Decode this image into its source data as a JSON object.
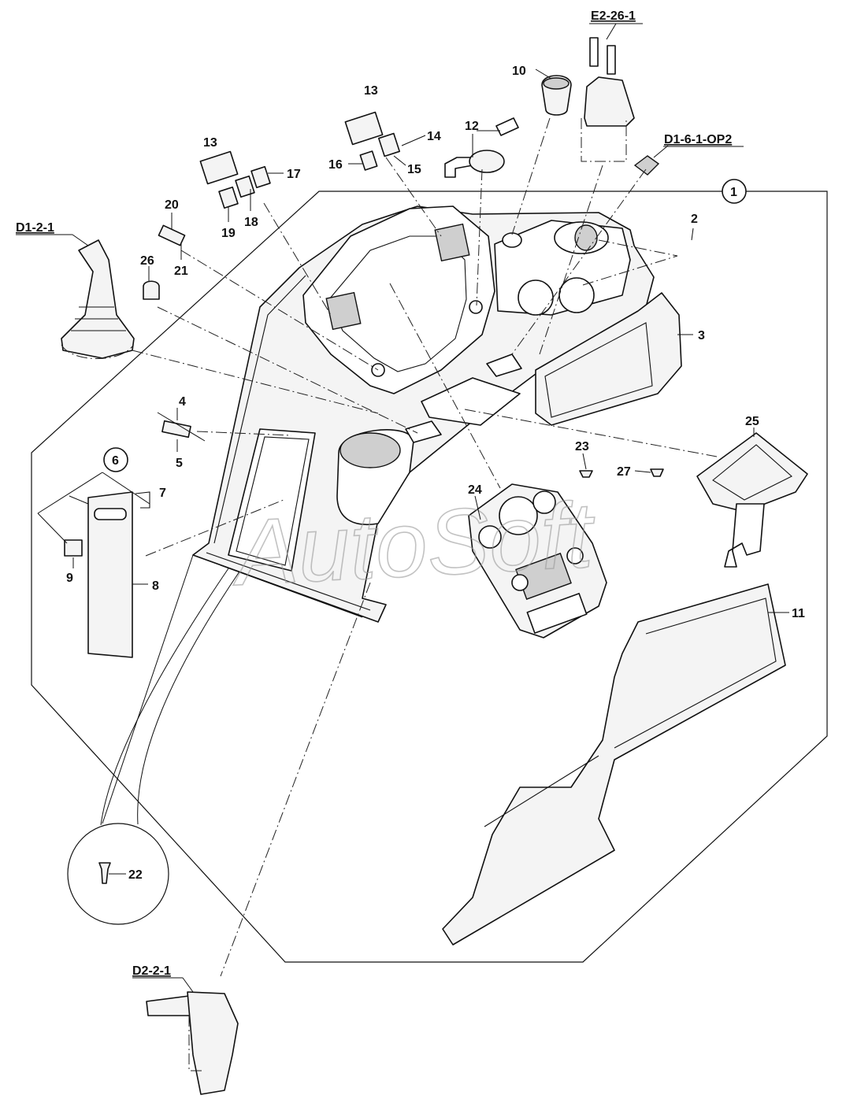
{
  "watermark": "AutoSoft",
  "references": {
    "e2_26_1": "E2-26-1",
    "d1_6_1_op2": "D1-6-1-OP2",
    "d1_2_1": "D1-2-1",
    "d2_2_1": "D2-2-1"
  },
  "callouts": {
    "c1": "1",
    "c2": "2",
    "c3": "3",
    "c4": "4",
    "c5": "5",
    "c6": "6",
    "c7": "7",
    "c8": "8",
    "c9": "9",
    "c10": "10",
    "c11": "11",
    "c12": "12",
    "c13a": "13",
    "c13b": "13",
    "c14": "14",
    "c15": "15",
    "c16": "16",
    "c17": "17",
    "c18": "18",
    "c19": "19",
    "c20": "20",
    "c21": "21",
    "c22": "22",
    "c23": "23",
    "c24": "24",
    "c25": "25",
    "c26": "26",
    "c27": "27"
  }
}
